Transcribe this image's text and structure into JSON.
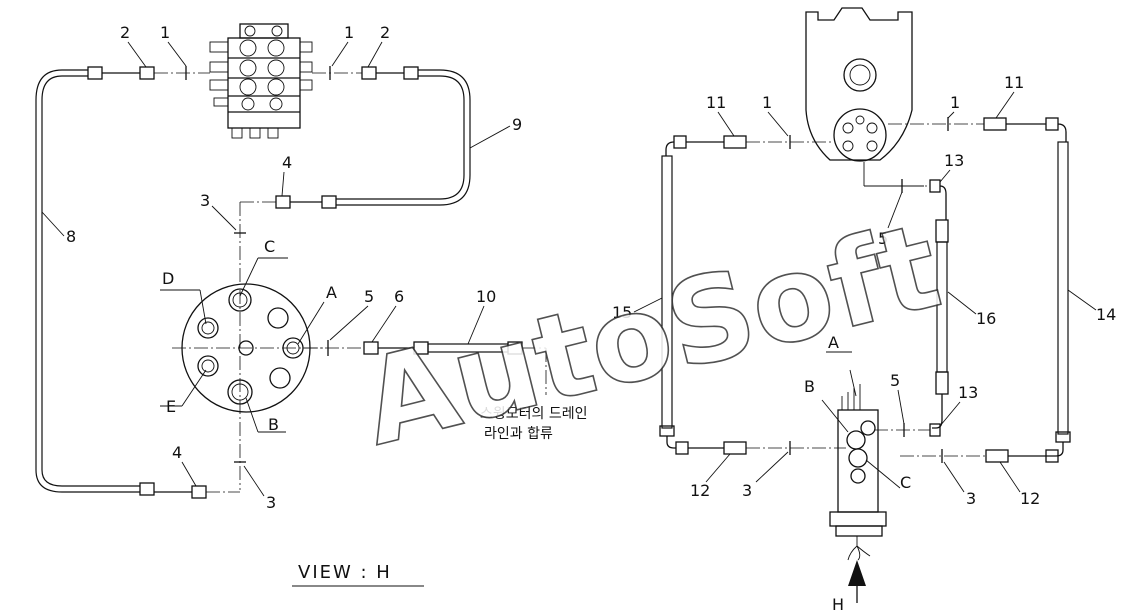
{
  "watermark": "AutoSoft",
  "view_title": "VIEW : H",
  "arrow_label": "H",
  "note_lines": [
    "스윙모터의 드레인",
    "라인과 합류"
  ],
  "labels": {
    "l2a": "2",
    "l1a": "1",
    "l1b": "1",
    "l2b": "2",
    "l9": "9",
    "l4a": "4",
    "l3a": "3",
    "l8": "8",
    "lC": "C",
    "lD": "D",
    "lA": "A",
    "l5": "5",
    "l6": "6",
    "l10": "10",
    "lE": "E",
    "lB": "B",
    "l4b": "4",
    "l3b": "3",
    "l11a": "11",
    "l1c": "1",
    "l1d": "1",
    "l11b": "11",
    "l13a": "13",
    "l5b": "5",
    "l15": "15",
    "l16": "16",
    "l14": "14",
    "lA2": "A",
    "lB2": "B",
    "l5c": "5",
    "l13b": "13",
    "l12a": "12",
    "l3c": "3",
    "lC2": "C",
    "l3d": "3",
    "l12b": "12"
  }
}
